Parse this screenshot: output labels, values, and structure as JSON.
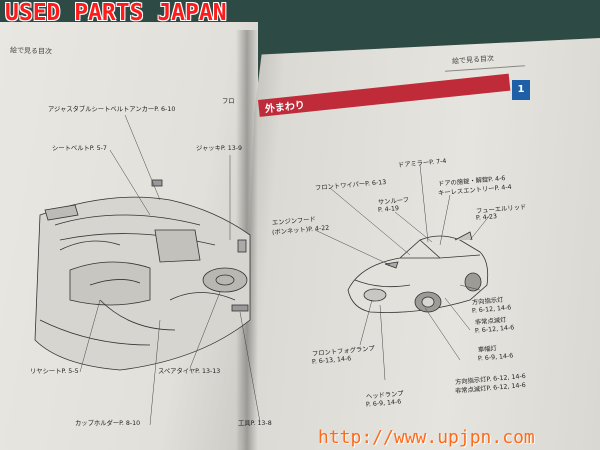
{
  "watermark_top": "USED PARTS JAPAN",
  "watermark_bottom": "http://www.upjpn.com",
  "left_page": {
    "header": "絵で見る目次",
    "labels": {
      "adjustable_anchor": "アジャスタブルシートベルトアンカーP. 6-10",
      "front_partial": "フロ",
      "seatbelt": "シートベルトP. 5-7",
      "jack": "ジャッキP. 13-9",
      "rear_seat": "リヤシートP. 5-5",
      "spare_tire": "スペアタイヤP. 13-13",
      "cup_holder": "カップホルダーP. 8-10",
      "tools": "工具P. 13-8"
    }
  },
  "right_page": {
    "header": "絵で見る目次",
    "chapter_tab": "1",
    "section_title": "外まわり",
    "labels": {
      "door_mirror": "ドアミラーP. 7-4",
      "front_wiper": "フロントワイパーP. 6-13",
      "sunroof_1": "サンルーフ",
      "sunroof_2": "P. 4-19",
      "door_lock_1": "ドアの施錠・解錠P. 4-6",
      "door_lock_2": "キーレスエントリーP. 4-4",
      "fuel_lid_1": "フューエルリッド",
      "fuel_lid_2": "P. 4-23",
      "engine_hood_1": "エンジンフード",
      "engine_hood_2": "(ボンネット)P. 4-22",
      "turn_signal_1": "方向指示灯",
      "turn_signal_2": "P. 6-12, 14-6",
      "hazard_1": "非常点滅灯",
      "hazard_2": "P. 6-12, 14-6",
      "front_fog_1": "フロントフォグランプ",
      "front_fog_2": "P. 6-13, 14-6",
      "side_marker_1": "車幅灯",
      "side_marker_2": "P. 6-9, 14-6",
      "headlamp_1": "ヘッドランプ",
      "headlamp_2": "P. 6-9, 14-6",
      "turn_signal_front_1": "方向指示灯P. 6-12, 14-6",
      "turn_signal_front_2": "非常点滅灯P. 6-12, 14-6"
    }
  }
}
